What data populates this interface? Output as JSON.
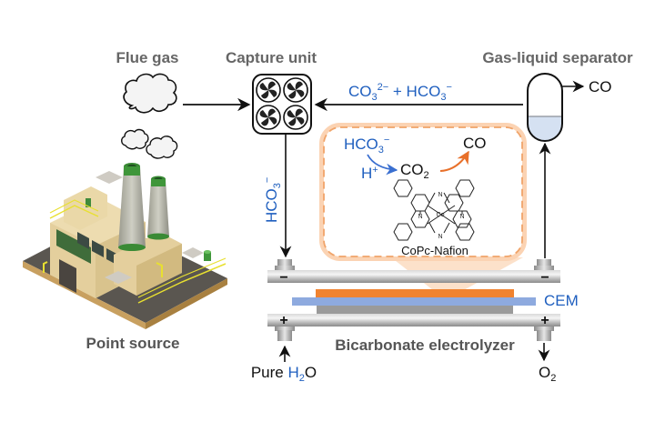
{
  "labels": {
    "flue_gas": "Flue gas",
    "capture_unit": "Capture unit",
    "gas_liquid_separator": "Gas-liquid separator",
    "point_source": "Point source",
    "bicarbonate_electrolyzer": "Bicarbonate electrolyzer",
    "cem": "CEM",
    "copc_nafion": "CoPc-Nafion",
    "pure": "Pure",
    "h2o_h": "H",
    "h2o_sub": "2",
    "h2o_o": "O",
    "o2_o": "O",
    "o2_sub": "2",
    "co_out": "CO"
  },
  "flows": {
    "recycle_main": "CO",
    "recycle_sub": "3",
    "recycle_sup": "2−",
    "recycle_rest": " + HCO",
    "recycle_sub2": "3",
    "recycle_sup2": "−",
    "down_main": "HCO",
    "down_sub": "3",
    "down_sup": "−"
  },
  "inset": {
    "hco3_main": "HCO",
    "hco3_sub": "3",
    "hco3_sup": "−",
    "h_plus_main": "H",
    "h_plus_sup": "+",
    "co2_main": "CO",
    "co2_sub": "2",
    "co_product": "CO",
    "catalyst_center": "Co",
    "nitrogen": "N"
  },
  "electrodes": {
    "cathode_sign": "−",
    "anode_sign": "+"
  },
  "colors": {
    "blue_text": "#1f5fbf",
    "orange": "#e8802e",
    "cem": "#8eaadf",
    "cathode_layer": "#f08330",
    "anode_layer": "#9a9a9a",
    "liquid": "#d5e1f2"
  }
}
